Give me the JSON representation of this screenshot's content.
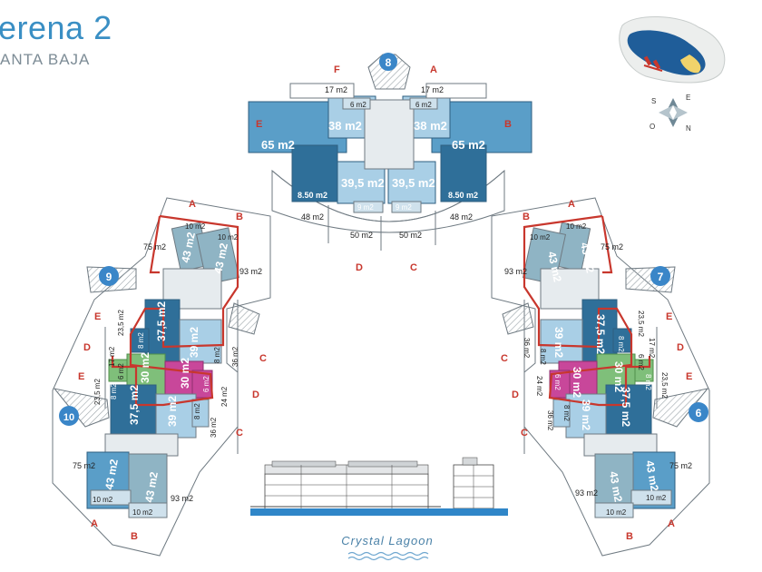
{
  "header": {
    "title": "erena 2",
    "subtitle": "ANTA BAJA"
  },
  "colors": {
    "dark_blue": "#2f6f99",
    "mid_blue": "#5a9ec8",
    "light_blue": "#a9cfe6",
    "teal_grey": "#8fb4c4",
    "green": "#7fbf7a",
    "pink": "#c8479a",
    "red_outline": "#c8372d",
    "badge": "#3a86c8",
    "outline": "#6f7a82"
  },
  "compass": {
    "s": "S",
    "e": "E",
    "o": "O",
    "n": "N"
  },
  "lagoon_label": "Crystal Lagoon",
  "blocks": {
    "block8": {
      "number": "8",
      "letters": {
        "f": "F",
        "a": "A",
        "e": "E",
        "b": "B",
        "d": "D",
        "c": "C"
      },
      "units": [
        "17 m2",
        "17 m2",
        "6 m2",
        "6 m2",
        "38 m2",
        "38 m2",
        "65 m2",
        "65 m2",
        "39,5 m2",
        "39,5 m2",
        "8.50 m2",
        "8.50 m2",
        "9 m2",
        "9 m2",
        "48 m2",
        "48 m2",
        "50 m2",
        "50 m2"
      ]
    },
    "block9": {
      "number": "9",
      "letters": {
        "a": "A",
        "b": "B",
        "e1": "E",
        "d1": "D",
        "e2": "E",
        "c1": "C",
        "d2": "D",
        "c2": "C"
      },
      "units": [
        "10 m2",
        "10 m2",
        "43 m2",
        "43 m2",
        "75 m2",
        "93 m2",
        "23,5 m2",
        "37,5 m2",
        "8 m2",
        "39 m2",
        "8 m2",
        "36 m2",
        "17 m2",
        "6 m2",
        "30 m2",
        "30 m2",
        "6 m2",
        "24 m2"
      ]
    },
    "block10": {
      "number": "10",
      "letters": {
        "a": "A",
        "b": "B"
      },
      "units": [
        "23,5 m2",
        "8 m2",
        "37,5 m2",
        "39 m2",
        "8 m2",
        "36 m2",
        "75 m2",
        "43 m2",
        "43 m2",
        "93 m2",
        "10 m2",
        "10 m2"
      ]
    },
    "block7": {
      "number": "7",
      "letters": {
        "b": "B",
        "a": "A",
        "e1": "E",
        "d1": "D",
        "e2": "E",
        "c1": "C",
        "d2": "D",
        "c2": "C"
      },
      "units": [
        "10 m2",
        "10 m2",
        "43 m2",
        "43 m2",
        "75 m2",
        "93 m2",
        "23,5 m2",
        "37,5 m2",
        "8 m2",
        "39 m2",
        "8 m2",
        "36 m2",
        "17 m2",
        "6 m2",
        "30 m2",
        "30 m2",
        "6 m2",
        "24 m2"
      ]
    },
    "block6": {
      "number": "6",
      "letters": {
        "b": "B",
        "a": "A"
      },
      "units": [
        "23,5 m2",
        "8 m2",
        "37,5 m2",
        "39 m2",
        "8 m2",
        "36 m2",
        "75 m2",
        "43 m2",
        "43 m2",
        "93 m2",
        "10 m2",
        "10 m2"
      ]
    }
  }
}
